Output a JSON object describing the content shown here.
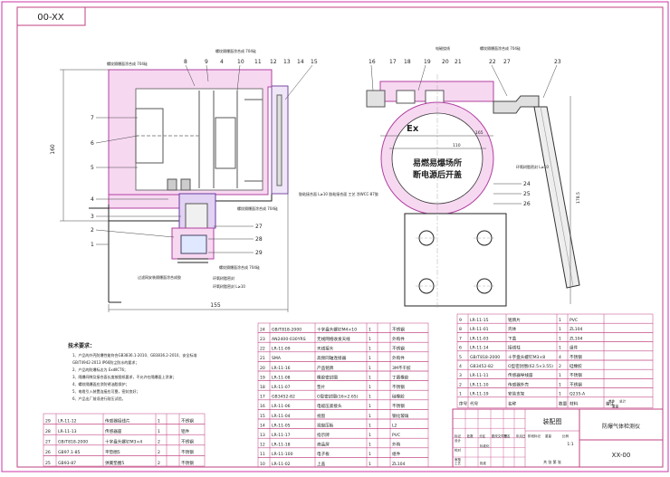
{
  "drawing_code": "00-XX",
  "callouts": {
    "left_top": [
      "8",
      "9",
      "4",
      "10",
      "11",
      "12",
      "13",
      "14",
      "15"
    ],
    "left_side": [
      "7",
      "6",
      "5",
      "4",
      "3",
      "2",
      "1"
    ],
    "left_right": [
      "27",
      "28",
      "29"
    ],
    "right_top": [
      "16",
      "17",
      "18",
      "19",
      "20",
      "21",
      "22",
      "27",
      "23"
    ],
    "right_mid": [
      "24",
      "25",
      "26"
    ]
  },
  "annotations": {
    "glue1": "螺纹隔爆面涂合成 704硅",
    "glue2": "螺纹隔爆面涂合成 704硅",
    "glue3": "螺纹隔爆面涂合成 704硅",
    "glue4": "螺纹隔爆面涂合成 704硅",
    "glue5": "螺纹隔爆面涂合成 704硅",
    "glue6": "螺纹隔爆面涂合成 704硅",
    "glue_right": "电磁绕线",
    "glue_right2": "螺纹隔爆面涂合成 704硅",
    "joint1": "胶粘接合面 L≥10 胶粘接合面 工艺 涂WCC-87胶",
    "ring1": "过滤网安装隔爆面涂合成胶",
    "ring2": "环氧树脂密封",
    "ring3": "环氧树脂密封 L≥10",
    "ring_right": "环氧树脂密封 L≥10",
    "warning1": "易燃易爆场所",
    "warning2": "断电源后开盖",
    "ex_mark": "Ex"
  },
  "dims": {
    "d_155": "155",
    "d_160": "160",
    "d_165": "165",
    "d_110": "110",
    "d_178": "178.5"
  },
  "tech_notes": {
    "title": "技术要求：",
    "lines": [
      "1、产品的外壳防爆性能符合GB3836.1-2010、GB3836.2-2010、安全标准",
      "   GB/T4942-2013 IP66防尘防水的要求；",
      "2、产品的防爆标志为 ExdⅡCT6；",
      "3、隔爆间隙及接合面长度按图纸要求，不允许在隔爆面上涂漆；",
      "4、螺纹隔爆面应涂防锈油脂保护；",
      "5、电缆引入装置连接应可靠，密封良好；",
      "6、产品出厂前须进行耐压试验。"
    ]
  },
  "bom_left": [
    {
      "no": "29",
      "code": "LR-11-12",
      "name": "传感器接线片",
      "qty": "1",
      "mat": "",
      "note": "不锈钢"
    },
    {
      "no": "28",
      "code": "LR-11-13",
      "name": "传感器座",
      "qty": "1",
      "mat": "",
      "note": "铝件"
    },
    {
      "no": "27",
      "code": "GB/T818-2000",
      "name": "十字盘头螺钉M3×4",
      "qty": "2",
      "mat": "",
      "note": "不锈钢"
    },
    {
      "no": "26",
      "code": "GB97.1-85",
      "name": "平垫圈5",
      "qty": "2",
      "mat": "",
      "note": "不锈钢"
    },
    {
      "no": "25",
      "code": "GB93-87",
      "name": "弹簧垫圈5",
      "qty": "2",
      "mat": "",
      "note": "不锈钢"
    }
  ],
  "bom_mid": [
    {
      "no": "24",
      "code": "GB/T818-2000",
      "name": "十字盘头螺钉M4×10",
      "qty": "1",
      "mat": "",
      "note": "不锈钢"
    },
    {
      "no": "23",
      "code": "AN2400-030YRS",
      "name": "无线网络收发天线",
      "qty": "1",
      "mat": "",
      "note": "外购件"
    },
    {
      "no": "22",
      "code": "LR-11-09",
      "name": "天线接头",
      "qty": "1",
      "mat": "",
      "note": "不锈钢"
    },
    {
      "no": "21",
      "code": "SMA",
      "name": "高频同轴连接器",
      "qty": "1",
      "mat": "",
      "note": "外购件"
    },
    {
      "no": "20",
      "code": "LR-11-16",
      "name": "产品铭牌",
      "qty": "1",
      "mat": "",
      "note": "3M不干胶"
    },
    {
      "no": "19",
      "code": "LR-11-08",
      "name": "橡胶密封圈",
      "qty": "1",
      "mat": "",
      "note": "丁腈橡胶"
    },
    {
      "no": "18",
      "code": "LR-11-07",
      "name": "垫片",
      "qty": "1",
      "mat": "",
      "note": "不锈钢"
    },
    {
      "no": "17",
      "code": "GB3452-82",
      "name": "O型密封圈(16×2.65)",
      "qty": "1",
      "mat": "",
      "note": "硅橡胶"
    },
    {
      "no": "16",
      "code": "LR-11-06",
      "name": "电缆压紧接头",
      "qty": "1",
      "mat": "",
      "note": "不锈钢"
    },
    {
      "no": "15",
      "code": "LR-11-04",
      "name": "视窗",
      "qty": "1",
      "mat": "",
      "note": "钢化玻璃"
    },
    {
      "no": "14",
      "code": "LR-11-05",
      "name": "视窗压板",
      "qty": "1",
      "mat": "",
      "note": "L2"
    },
    {
      "no": "13",
      "code": "LR-11-17",
      "name": "指示牌",
      "qty": "1",
      "mat": "",
      "note": "PVC"
    },
    {
      "no": "12",
      "code": "LR-11-18",
      "name": "液晶屏",
      "qty": "1",
      "mat": "",
      "note": "外购"
    },
    {
      "no": "11",
      "code": "LR-11-100",
      "name": "电子板",
      "qty": "1",
      "mat": "",
      "note": "组件"
    },
    {
      "no": "10",
      "code": "LR-11-02",
      "name": "上盖",
      "qty": "1",
      "mat": "",
      "note": "ZL104"
    }
  ],
  "bom_right": [
    {
      "no": "9",
      "code": "LR-11-15",
      "name": "铭牌片",
      "qty": "1",
      "mat": "PVC",
      "note": ""
    },
    {
      "no": "8",
      "code": "LR-11-01",
      "name": "壳体",
      "qty": "1",
      "mat": "ZL104",
      "note": ""
    },
    {
      "no": "7",
      "code": "LR-11-03",
      "name": "下盖",
      "qty": "1",
      "mat": "ZL104",
      "note": ""
    },
    {
      "no": "6",
      "code": "LR-11-14",
      "name": "接线柱",
      "qty": "1",
      "mat": "组件",
      "note": ""
    },
    {
      "no": "5",
      "code": "GB/T818-2000",
      "name": "十字盘头螺钉M3×8",
      "qty": "4",
      "mat": "不锈钢",
      "note": ""
    },
    {
      "no": "4",
      "code": "GB3452-82",
      "name": "O型密封圈(62.5×3.55)",
      "qty": "2",
      "mat": "硅橡胶",
      "note": ""
    },
    {
      "no": "3",
      "code": "LR-11-11",
      "name": "传感器导线座",
      "qty": "1",
      "mat": "不锈钢",
      "note": ""
    },
    {
      "no": "2",
      "code": "LR-11-10",
      "name": "传感器外壳",
      "qty": "1",
      "mat": "不锈钢",
      "note": ""
    },
    {
      "no": "1",
      "code": "LR-11-19",
      "name": "安装支架",
      "qty": "1",
      "mat": "Q235-A",
      "note": ""
    }
  ],
  "bom_header": {
    "no": "序号",
    "code": "代号",
    "name": "名称",
    "qty": "数量",
    "mat": "材料",
    "single": "单件",
    "total": "总计",
    "weight": "重量",
    "note": "备注"
  },
  "title_block": {
    "assembly": "装配图",
    "product": "防爆气体检测仪",
    "drawing_no": "XX-00",
    "scale": "1:1",
    "row_labels": [
      "标记",
      "处数",
      "分区",
      "更改文件号",
      "签名",
      "年月日"
    ],
    "roles": [
      "设计",
      "校对",
      "审核",
      "工艺",
      "标准化",
      "批准"
    ],
    "stage_labels": [
      "阶段标记",
      "重量",
      "比例"
    ],
    "sheet": "共 张 第 张"
  }
}
